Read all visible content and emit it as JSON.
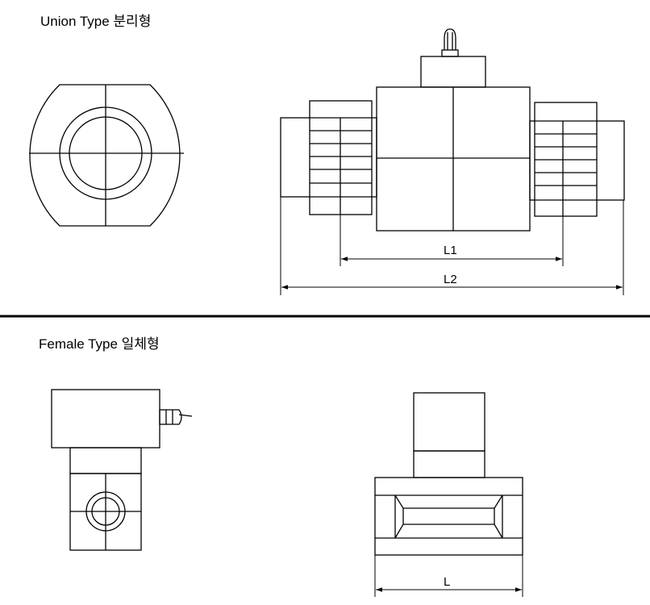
{
  "sections": {
    "union": {
      "title": "Union Type 분리형",
      "dimensions": {
        "l1": "L1",
        "l2": "L2"
      }
    },
    "female": {
      "title": "Female Type 일체형",
      "dimensions": {
        "l": "L"
      }
    }
  },
  "colors": {
    "line": "#000000",
    "background": "#ffffff"
  }
}
